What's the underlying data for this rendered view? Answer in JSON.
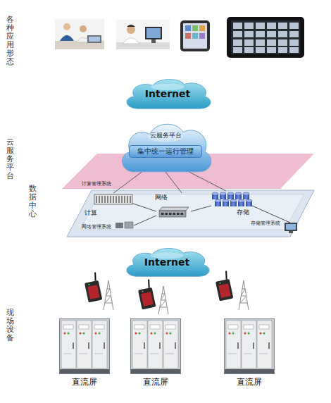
{
  "diagram": {
    "nodes": [
      {
        "text": [
          "Internet"
        ]
      },
      {
        "text": [
          "云服务平台"
        ]
      },
      {
        "text": [
          "集中统一运行管理"
        ],
        "in": 1
      },
      {
        "text": [
          "计算"
        ]
      },
      {
        "text": [
          "网络"
        ]
      },
      {
        "text": [
          "存储"
        ]
      },
      {
        "text": [
          "Internet"
        ]
      },
      {
        "text": [
          "直流屏"
        ]
      },
      {
        "text": [
          "直流屏"
        ]
      },
      {
        "text": [
          "直流屏"
        ]
      }
    ],
    "edges": [
      {
        "from": 1,
        "to": 3,
        "arrow": "none"
      },
      {
        "from": 1,
        "to": 4,
        "arrow": "none"
      },
      {
        "from": 1,
        "to": 5,
        "arrow": "none"
      }
    ],
    "labels": [
      "各种应用形态",
      "云服务平台",
      "数据中心",
      "现场设备",
      "计算管理系统",
      "网络管理系统",
      "存储管理系统"
    ]
  }
}
